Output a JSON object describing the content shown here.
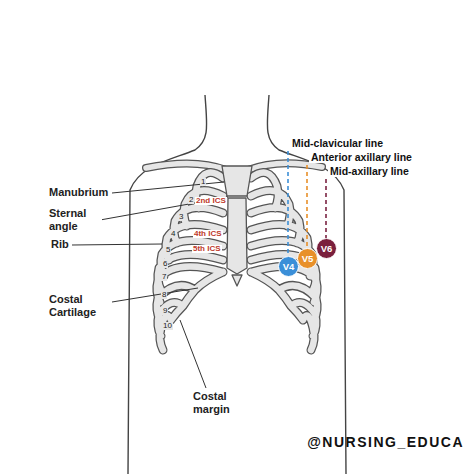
{
  "diagram": {
    "nodes": [
      {
        "text": [
          "V4"
        ]
      },
      {
        "text": [
          "V5"
        ]
      },
      {
        "text": [
          "V6"
        ]
      }
    ],
    "labels": [
      "Mid-clavicular line",
      "Anterior axillary line",
      "Mid-axillary line",
      "Manubrium",
      "Sternal angle",
      "Rib",
      "Costal Cartilage",
      "Costal margin",
      "1",
      "2",
      "2nd ICS",
      "3",
      "4",
      "4th ICS",
      "5",
      "5th ICS",
      "6",
      "7",
      "8",
      "9",
      "10",
      "@NURSING_EDUCA"
    ]
  }
}
